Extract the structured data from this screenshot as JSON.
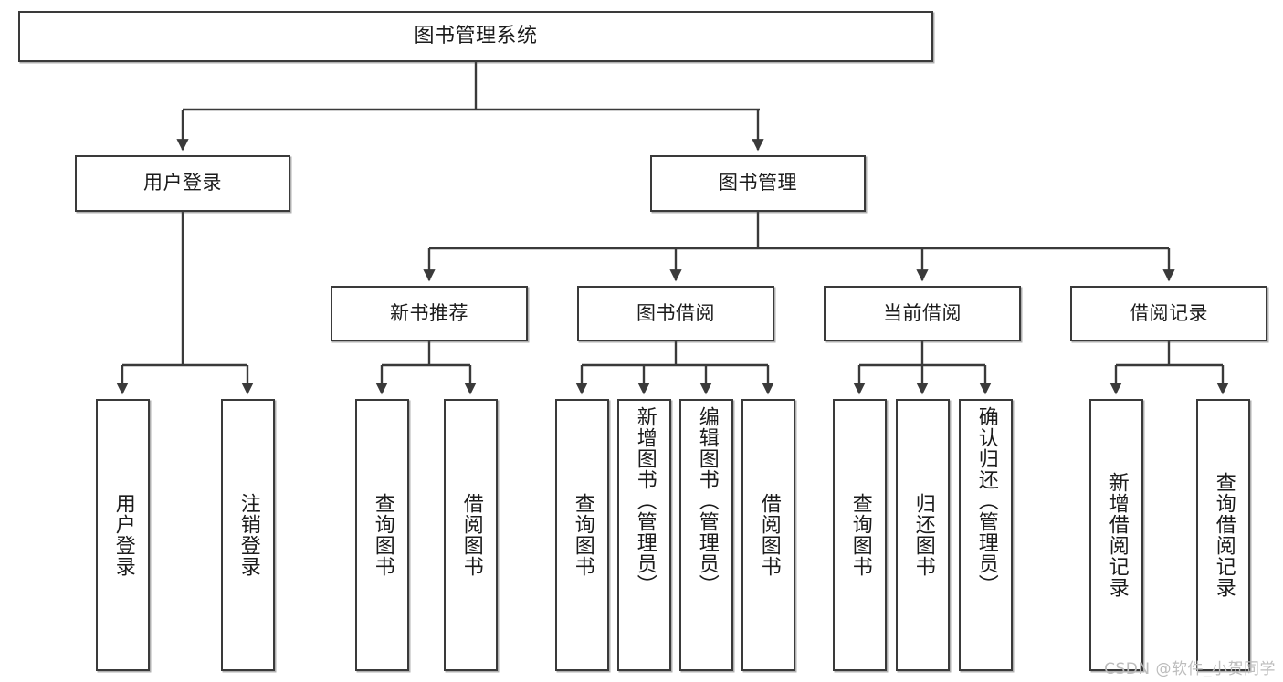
{
  "diagram": {
    "title": "图书管理系统",
    "watermark": "CSDN @软件_小贺同学",
    "type": "tree",
    "stroke_color": "#3a3a3a",
    "text_color": "#1b1b1b",
    "background_color": "#ffffff",
    "nodes": {
      "root": {
        "label": "图书管理系统"
      },
      "level2": [
        {
          "label": "用户登录"
        },
        {
          "label": "图书管理"
        }
      ],
      "level3": [
        {
          "label": "新书推荐"
        },
        {
          "label": "图书借阅"
        },
        {
          "label": "当前借阅"
        },
        {
          "label": "借阅记录"
        }
      ],
      "leaves": {
        "user_login": [
          {
            "label": "用户登录"
          },
          {
            "label": "注销登录"
          }
        ],
        "new_book_recommend": [
          {
            "label": "查询图书"
          },
          {
            "label": "借阅图书"
          }
        ],
        "book_borrow": [
          {
            "label": "查询图书"
          },
          {
            "label": "新增图书（管理员）"
          },
          {
            "label": "编辑图书（管理员）"
          },
          {
            "label": "借阅图书"
          }
        ],
        "current_borrow": [
          {
            "label": "查询图书"
          },
          {
            "label": "归还图书"
          },
          {
            "label": "确认归还（管理员）"
          }
        ],
        "borrow_record": [
          {
            "label": "新增借阅记录"
          },
          {
            "label": "查询借阅记录"
          }
        ]
      }
    }
  }
}
